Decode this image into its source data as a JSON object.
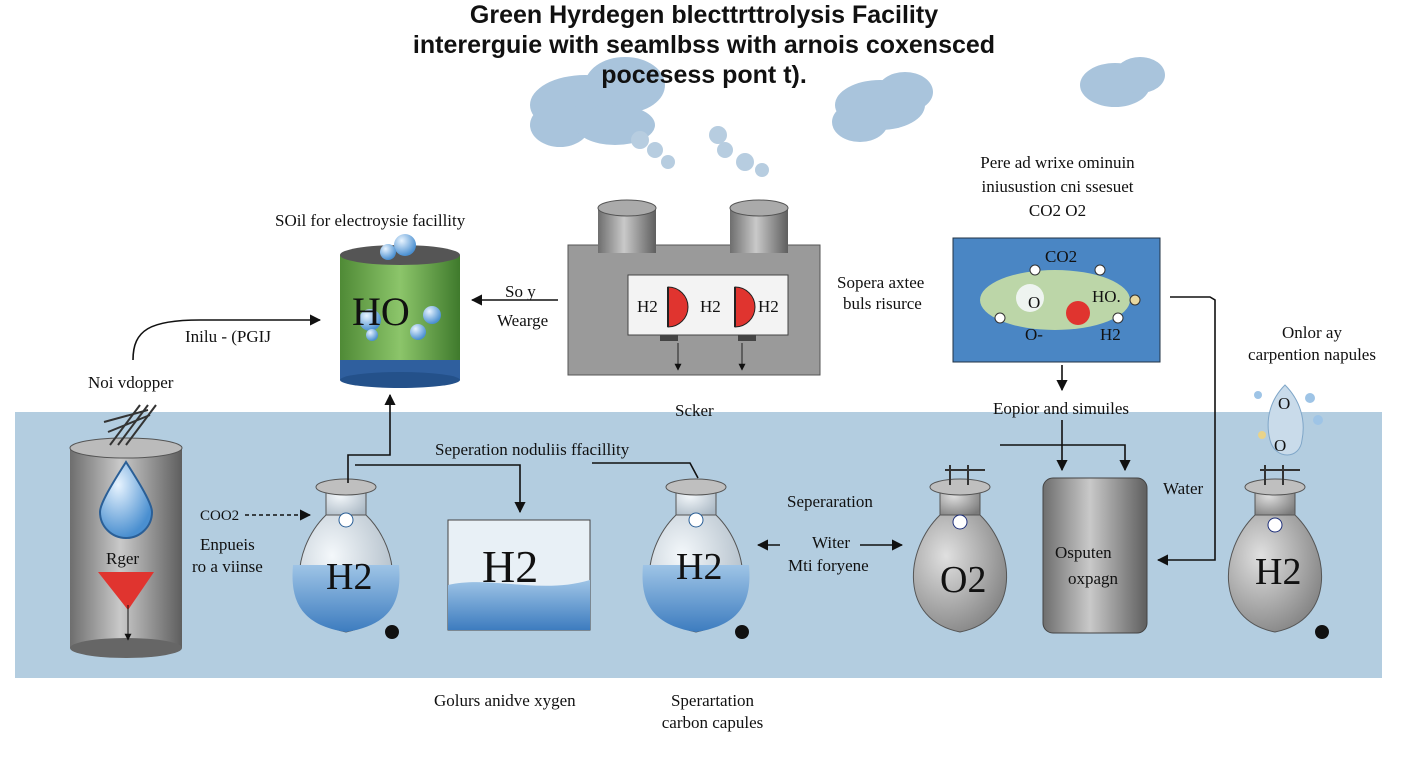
{
  "title": {
    "line1": "Green Hyrdegen blecttrttrolysis Facility",
    "line2": "intererguie with seamlbss with arnois coxensced",
    "line3": "pocesess pont t)."
  },
  "labels": {
    "soil_facility": "SOil for electroysie facillity",
    "h2o_tank_text": "HO",
    "input_arrow": "Inilu - (PGIJ",
    "noi_vdopper": "Noi vdopper",
    "soy": "So y",
    "wearge": "Wearge",
    "unit_h2_left": "H2",
    "unit_h2_mid": "H2",
    "unit_h2_right": "H2",
    "scker": "Scker",
    "sopera_line1": "Sopera axtee",
    "sopera_line2": "buls risurce",
    "pere_line1": "Pere ad wrixe ominuin",
    "pere_line2": "iniusustion cni ssesuet",
    "pere_line3": "CO2 O2",
    "panel_co2": "CO2",
    "panel_ho": "HO.",
    "panel_o": "O",
    "panel_o_minus": "O-",
    "panel_h2": "H2",
    "onlor_line1": "Onlor ay",
    "onlor_line2": "carpention napules",
    "drop_o_top": "O",
    "drop_o_bottom": "O",
    "seperation_module": "Seperation noduliis ffacillity",
    "eopior": "Eopior and simuiles",
    "co02": "COO2",
    "enpueis_line1": "Enpueis",
    "enpueis_line2": "ro a viinse",
    "rger": "Rger",
    "flask1_h2": "H2",
    "box_h2": "H2",
    "flask2_h2": "H2",
    "seperation": "Seperaration",
    "witer": "Witer",
    "mti_foryene": "Mti foryene",
    "flask_o2": "O2",
    "osputen_line1": "Osputen",
    "osputen_line2": "oxpagn",
    "water": "Water",
    "flask3_h2": "H2",
    "golurs": "Golurs anidve xygen",
    "spert_line1": "Sperartation",
    "spert_line2": "carbon capules"
  },
  "colors": {
    "band": "#b3cde0",
    "tank_green": "#6aa84f",
    "tank_blue": "#2f5f9e",
    "machine_grey": "#8a8a8a",
    "red_accent": "#e0342f",
    "panel_blue": "#3f7fbf",
    "cloud": "#a9c4dc"
  },
  "icons": [
    "cloud-icon",
    "water-drop-icon",
    "bubble-icon",
    "flask-icon",
    "arrow-icon",
    "red-funnel-icon"
  ]
}
